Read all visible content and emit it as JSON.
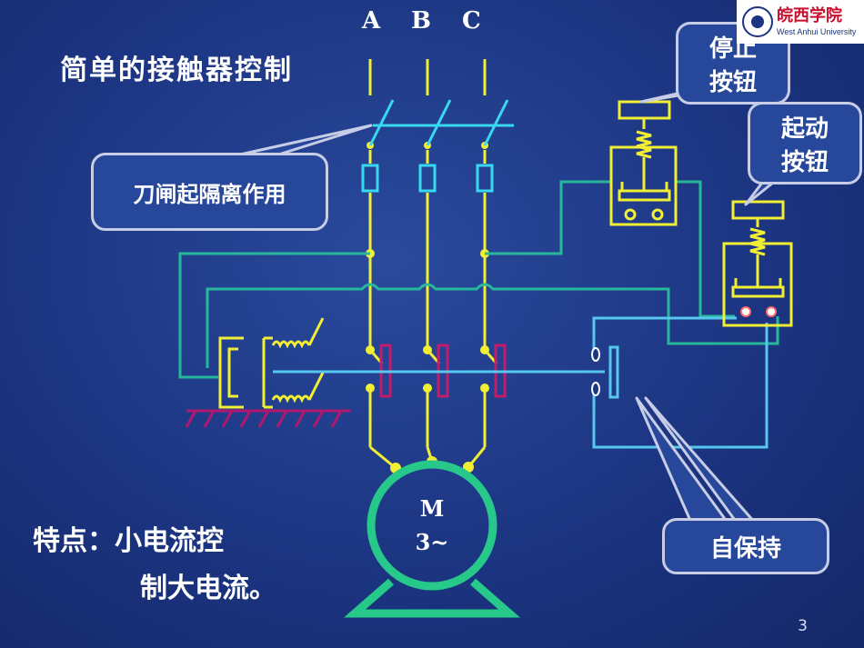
{
  "phases": {
    "a": "A",
    "b": "B",
    "c": "C"
  },
  "title": "简单的接触器控制",
  "callouts": {
    "knife_switch": "刀闸起隔离作用",
    "stop_button_line1": "停止",
    "stop_button_line2": "按钮",
    "start_button_line1": "起动",
    "start_button_line2": "按钮",
    "self_holding": "自保持"
  },
  "motor": {
    "symbol": "M",
    "phase": "3~"
  },
  "feature": {
    "line1": "特点：小电流控",
    "line2": "制大电流。"
  },
  "logo": {
    "cn": "皖西学院",
    "en": "West Anhui University"
  },
  "page_number": "3",
  "colors": {
    "power": "#f2ee34",
    "control": "#27b89a",
    "switch": "#39d8f0",
    "aux": "#56c7ef",
    "coil": "#c21c6c",
    "ground": "#b01870",
    "motor": "#27c98a",
    "white": "#ffffff"
  }
}
